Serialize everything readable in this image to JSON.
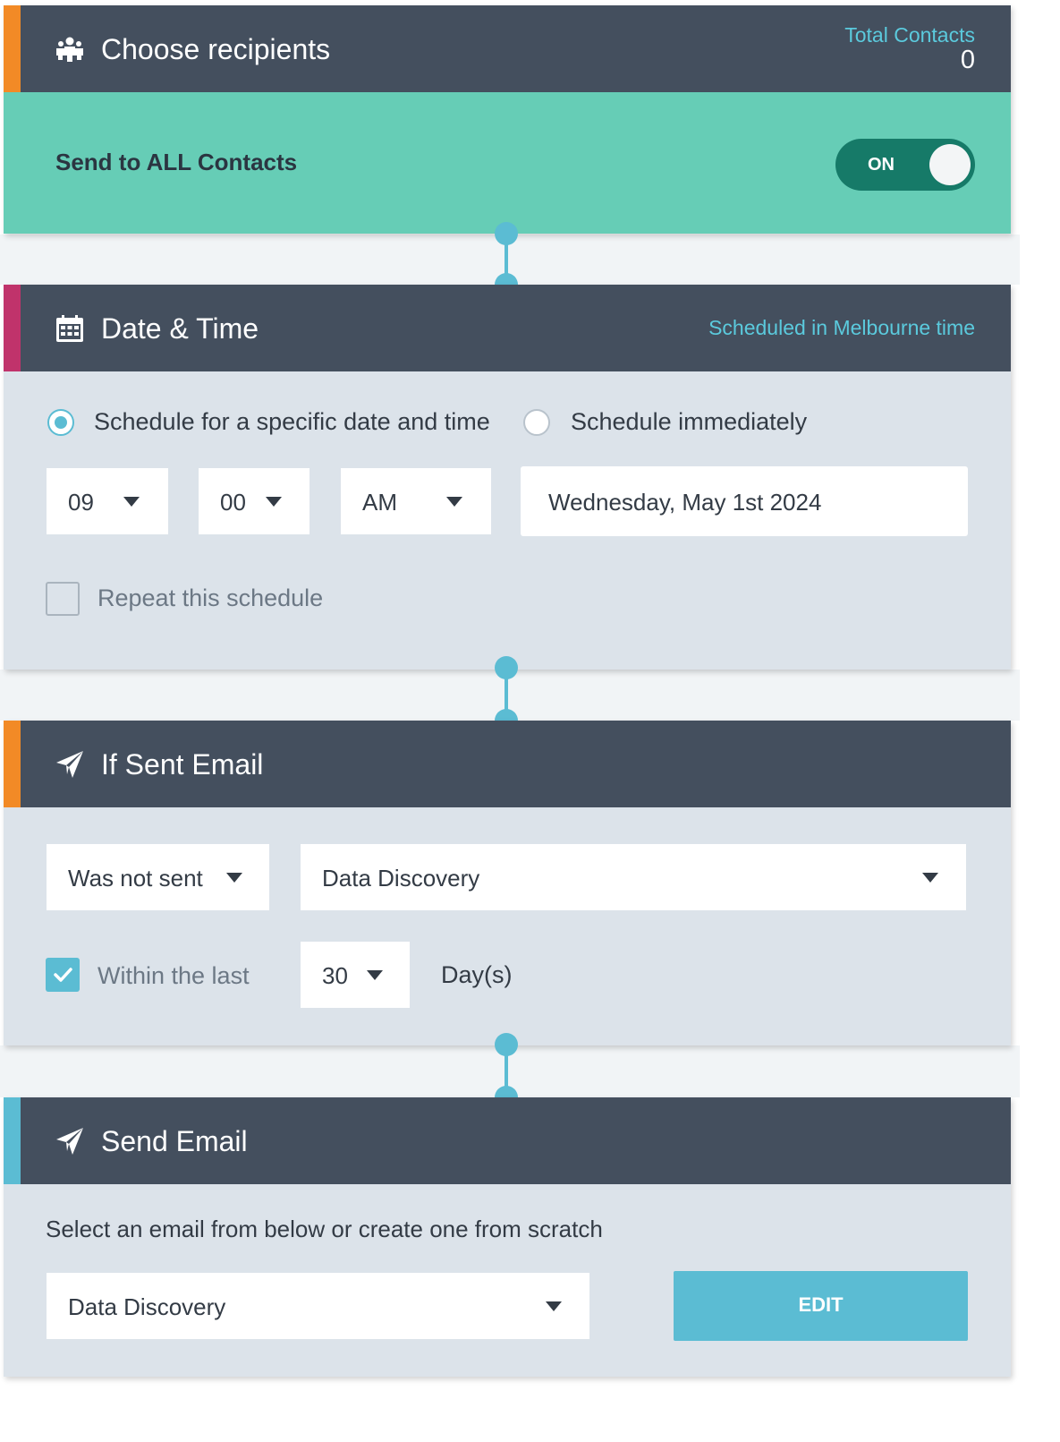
{
  "recipients": {
    "title": "Choose recipients",
    "icon": "users-icon",
    "total_label": "Total Contacts",
    "total_value": "0",
    "send_all_label": "Send to ALL Contacts",
    "toggle_label": "ON",
    "toggle_state": true
  },
  "datetime": {
    "title": "Date & Time",
    "icon": "calendar-icon",
    "timezone_note": "Scheduled in Melbourne time",
    "option_specific": "Schedule for a specific date and time",
    "option_immediate": "Schedule immediately",
    "selected_option": "specific",
    "hour": "09",
    "minute": "00",
    "ampm": "AM",
    "date": "Wednesday, May 1st 2024",
    "repeat_label": "Repeat this schedule",
    "repeat_checked": false
  },
  "if_sent": {
    "title": "If Sent Email",
    "icon": "paper-plane-icon",
    "condition": "Was not sent",
    "email": "Data Discovery",
    "within_label": "Within the last",
    "within_checked": true,
    "days_value": "30",
    "days_unit": "Day(s)"
  },
  "send_email": {
    "title": "Send Email",
    "icon": "paper-plane-icon",
    "instruction": "Select an email from below or create one from scratch",
    "email": "Data Discovery",
    "edit_label": "EDIT"
  },
  "colors": {
    "header_bg": "#444f5e",
    "body_bg": "#dce3ea",
    "teal_banner": "#66cdb6",
    "toggle_bg": "#167a68",
    "accent_orange": "#f28a26",
    "accent_magenta": "#c0336b",
    "accent_blue": "#5bbcd3",
    "link_teal": "#5bcadd"
  }
}
